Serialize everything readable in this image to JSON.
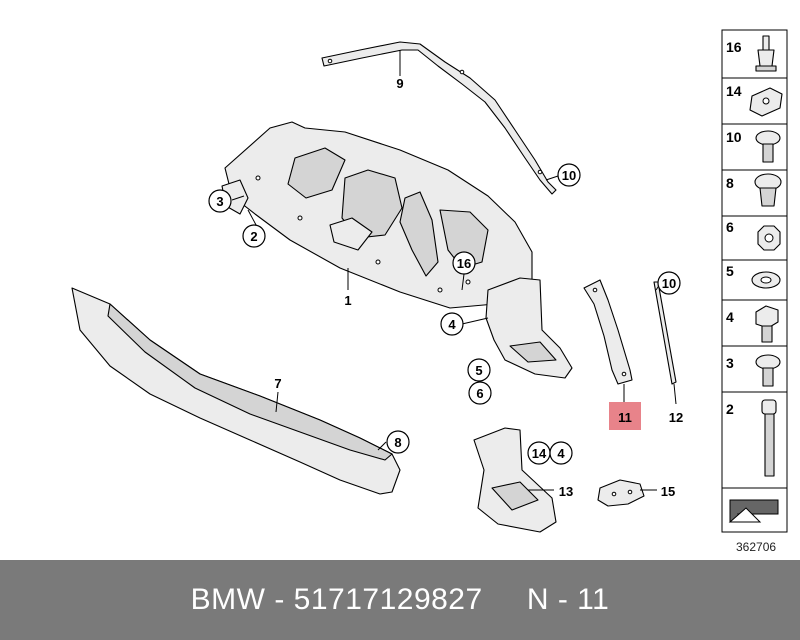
{
  "diagram": {
    "id_label": "362706",
    "callouts": [
      {
        "id": "c9",
        "text": "9",
        "circled": false
      },
      {
        "id": "c10a",
        "text": "10",
        "circled": true
      },
      {
        "id": "c3",
        "text": "3",
        "circled": true
      },
      {
        "id": "c2",
        "text": "2",
        "circled": true
      },
      {
        "id": "c16",
        "text": "16",
        "circled": true
      },
      {
        "id": "c1",
        "text": "1",
        "circled": false
      },
      {
        "id": "c4a",
        "text": "4",
        "circled": true
      },
      {
        "id": "c5",
        "text": "5",
        "circled": true
      },
      {
        "id": "c6",
        "text": "6",
        "circled": true
      },
      {
        "id": "c7",
        "text": "7",
        "circled": false
      },
      {
        "id": "c8",
        "text": "8",
        "circled": true
      },
      {
        "id": "c10b",
        "text": "10",
        "circled": true
      },
      {
        "id": "c11",
        "text": "11",
        "circled": false,
        "highlight": true
      },
      {
        "id": "c12",
        "text": "12",
        "circled": false
      },
      {
        "id": "c14",
        "text": "14",
        "circled": true
      },
      {
        "id": "c4b",
        "text": "4",
        "circled": true
      },
      {
        "id": "c13",
        "text": "13",
        "circled": false
      },
      {
        "id": "c15",
        "text": "15",
        "circled": false
      }
    ],
    "sidebar_items": [
      {
        "number": "16",
        "icon": "stud-bolt-icon"
      },
      {
        "number": "14",
        "icon": "clip-nut-icon"
      },
      {
        "number": "10",
        "icon": "collar-screw-icon"
      },
      {
        "number": "8",
        "icon": "expanding-rivet-icon"
      },
      {
        "number": "6",
        "icon": "hex-nut-icon"
      },
      {
        "number": "5",
        "icon": "washer-icon"
      },
      {
        "number": "4",
        "icon": "hex-bolt-icon"
      },
      {
        "number": "3",
        "icon": "torx-screw-icon"
      },
      {
        "number": "2",
        "icon": "long-bolt-icon"
      },
      {
        "number": "",
        "icon": "arrow-symbol-icon"
      }
    ],
    "highlight_color": "#e8838a"
  },
  "footer": {
    "text": "BMW - 51717129827     N - 11",
    "background": "#7a7a7a"
  }
}
